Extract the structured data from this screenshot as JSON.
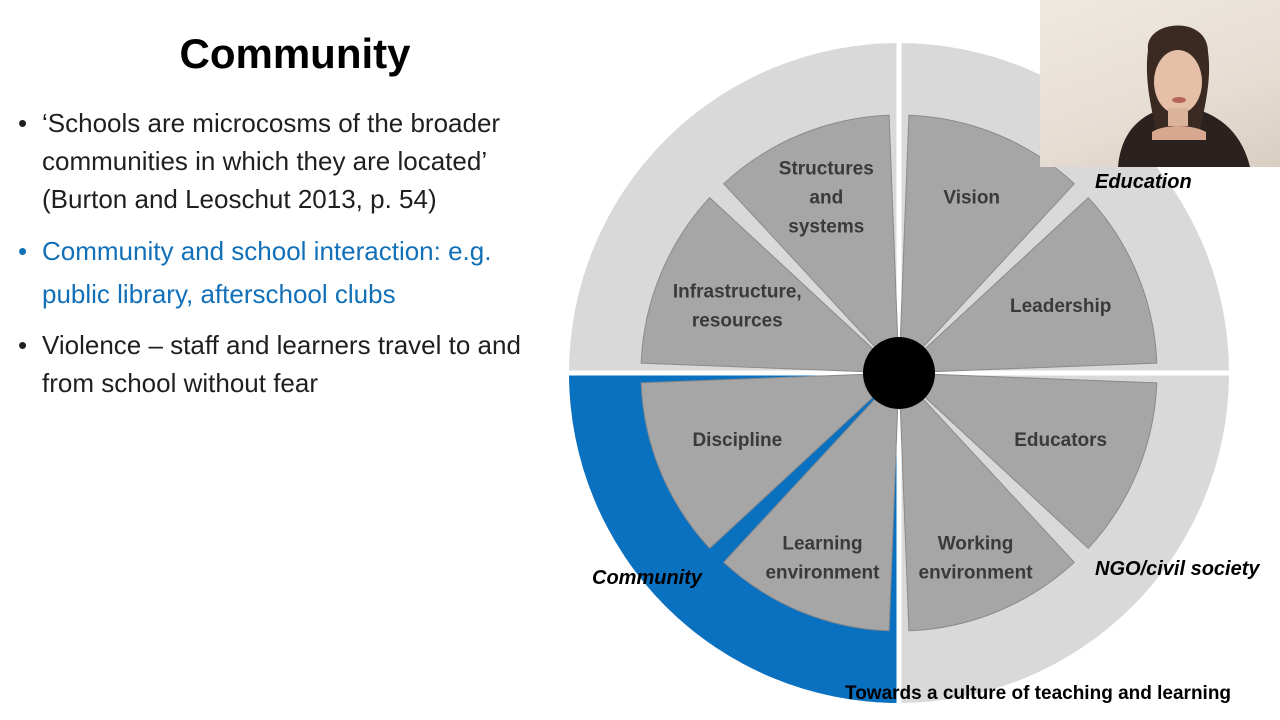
{
  "slide": {
    "title": "Community",
    "bullets": [
      "‘Schools are microcosms of the broader communities in which they are located’ (Burton and Leoschut 2013, p. 54)",
      "Community and school interaction: e.g. public library, afterschool clubs",
      "Violence – staff and learners travel to and from school without fear"
    ],
    "bullet_symbol": "•"
  },
  "diagram": {
    "segments": [
      {
        "lines": [
          "Vision"
        ]
      },
      {
        "lines": [
          "Leadership"
        ]
      },
      {
        "lines": [
          "Educators"
        ]
      },
      {
        "lines": [
          "Working",
          "environment"
        ]
      },
      {
        "lines": [
          "Learning",
          "environment"
        ]
      },
      {
        "lines": [
          "Discipline"
        ]
      },
      {
        "lines": [
          "Infrastructure,",
          "resources"
        ]
      },
      {
        "lines": [
          "Structures",
          "and",
          "systems"
        ]
      }
    ],
    "ring_labels": {
      "education": "Education",
      "ngo": "NGO/civil society",
      "community": "Community"
    },
    "footer": "Towards a culture of teaching and learning",
    "colors": {
      "ring": "#d9d9d9",
      "community_ring": "#0a70c0",
      "segment": "#a6a6a6",
      "hub": "#000000",
      "highlight_text": "#1170b8"
    }
  },
  "webcam": {
    "icon": "presenter-video-icon"
  }
}
